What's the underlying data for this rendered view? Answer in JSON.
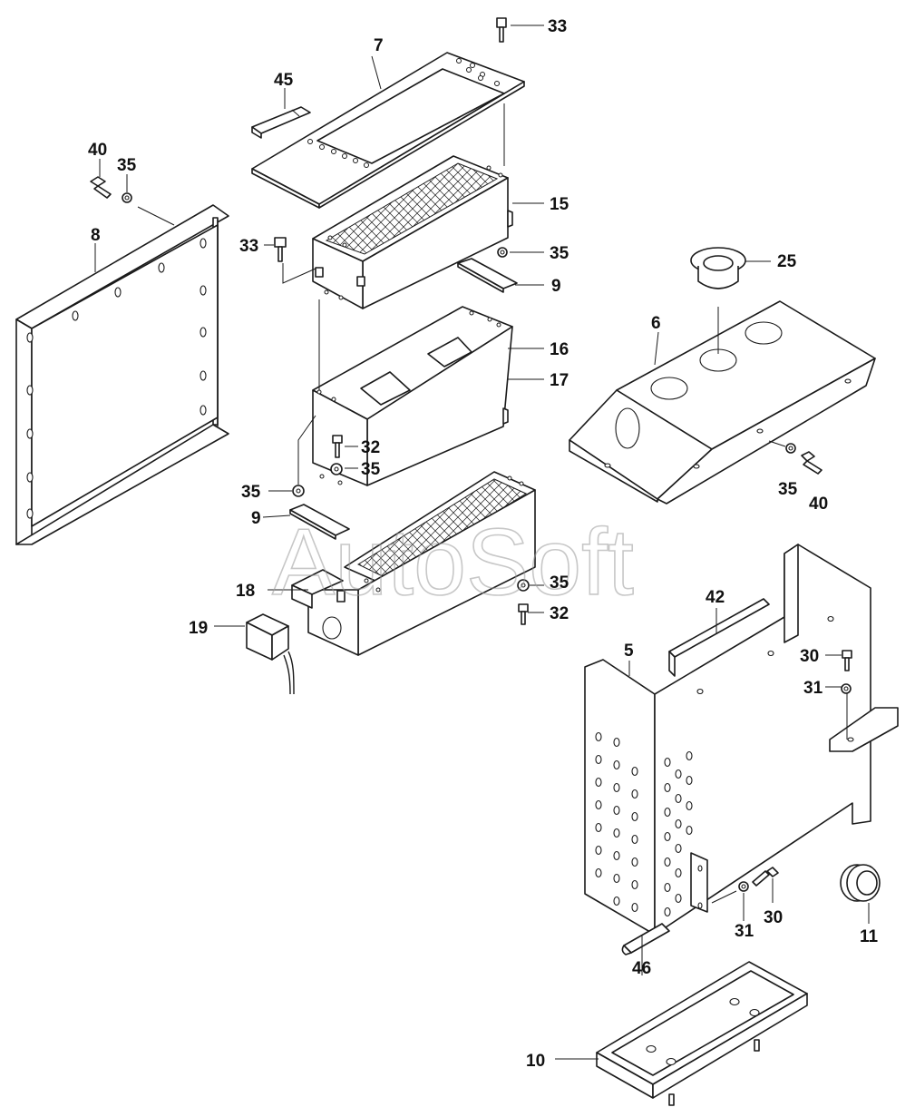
{
  "watermark": "AutoSoft",
  "callouts": [
    {
      "id": "c33a",
      "text": "33"
    },
    {
      "id": "c7",
      "text": "7"
    },
    {
      "id": "c45",
      "text": "45"
    },
    {
      "id": "c40a",
      "text": "40"
    },
    {
      "id": "c35a",
      "text": "35"
    },
    {
      "id": "c15",
      "text": "15"
    },
    {
      "id": "c8",
      "text": "8"
    },
    {
      "id": "c33b",
      "text": "33"
    },
    {
      "id": "c35b",
      "text": "35"
    },
    {
      "id": "c25",
      "text": "25"
    },
    {
      "id": "c9a",
      "text": "9"
    },
    {
      "id": "c6",
      "text": "6"
    },
    {
      "id": "c16",
      "text": "16"
    },
    {
      "id": "c17",
      "text": "17"
    },
    {
      "id": "c32a",
      "text": "32"
    },
    {
      "id": "c35c",
      "text": "35"
    },
    {
      "id": "c35d",
      "text": "35"
    },
    {
      "id": "c35e",
      "text": "35"
    },
    {
      "id": "c40b",
      "text": "40"
    },
    {
      "id": "c9b",
      "text": "9"
    },
    {
      "id": "c18",
      "text": "18"
    },
    {
      "id": "c35f",
      "text": "35"
    },
    {
      "id": "c32b",
      "text": "32"
    },
    {
      "id": "c42",
      "text": "42"
    },
    {
      "id": "c19",
      "text": "19"
    },
    {
      "id": "c5",
      "text": "5"
    },
    {
      "id": "c30a",
      "text": "30"
    },
    {
      "id": "c31a",
      "text": "31"
    },
    {
      "id": "c31b",
      "text": "31"
    },
    {
      "id": "c30b",
      "text": "30"
    },
    {
      "id": "c11",
      "text": "11"
    },
    {
      "id": "c46",
      "text": "46"
    },
    {
      "id": "c10",
      "text": "10"
    }
  ]
}
